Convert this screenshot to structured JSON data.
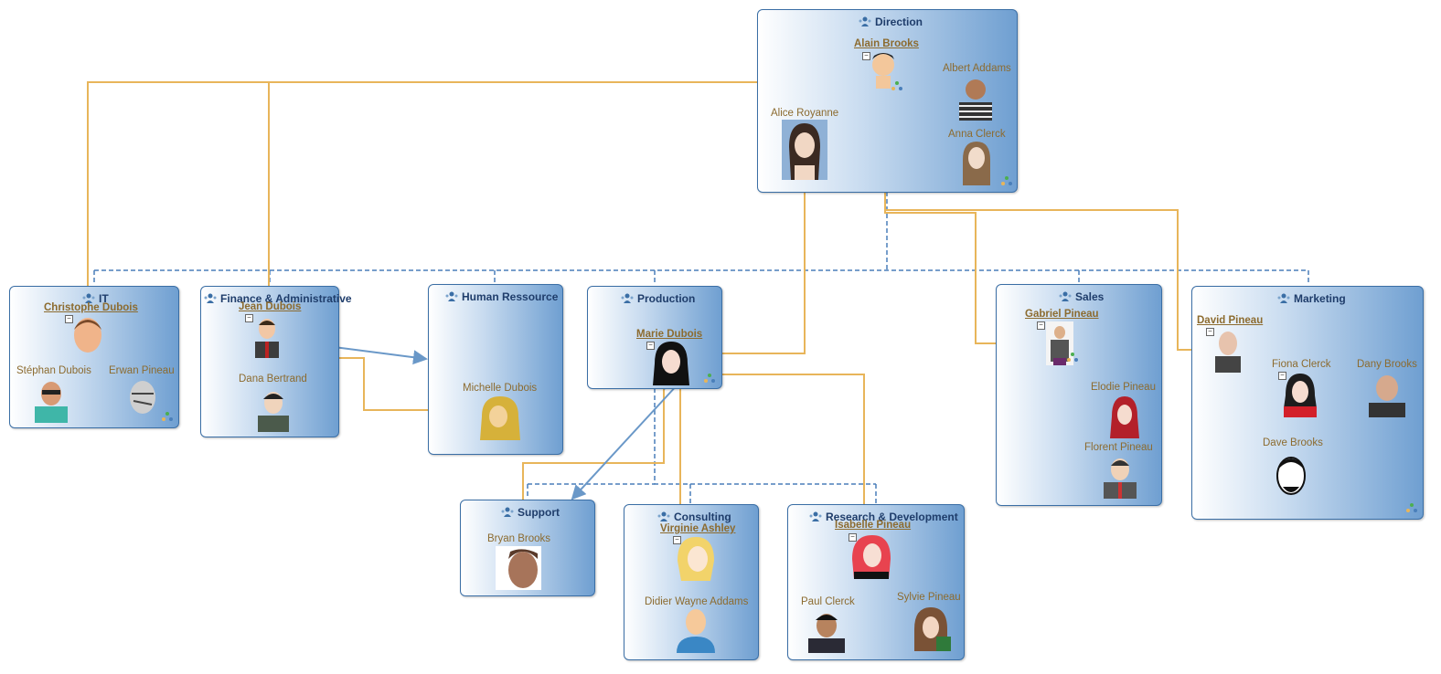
{
  "departments": {
    "direction": {
      "title": "Direction"
    },
    "it": {
      "title": "IT"
    },
    "finance": {
      "title": "Finance & Administrative"
    },
    "hr": {
      "title": "Human Ressource"
    },
    "production": {
      "title": "Production"
    },
    "sales": {
      "title": "Sales"
    },
    "marketing": {
      "title": "Marketing"
    },
    "support": {
      "title": "Support"
    },
    "consulting": {
      "title": "Consulting"
    },
    "rnd": {
      "title": "Research & Development"
    }
  },
  "people": {
    "alain_brooks": "Alain Brooks",
    "albert_addams": "Albert Addams",
    "alice_royanne": "Alice Royanne",
    "anna_clerck": "Anna Clerck",
    "christophe_dubois": "Christophe Dubois",
    "stephan_dubois": "Stéphan Dubois",
    "erwan_pineau": "Erwan Pineau",
    "jean_dubois": "Jean Dubois",
    "dana_bertrand": "Dana Bertrand",
    "michelle_dubois": "Michelle Dubois",
    "marie_dubois": "Marie Dubois",
    "gabriel_pineau": "Gabriel Pineau",
    "elodie_pineau": "Elodie Pineau",
    "florent_pineau": "Florent Pineau",
    "david_pineau": "David Pineau",
    "fiona_clerck": "Fiona Clerck",
    "dany_brooks": "Dany Brooks",
    "dave_brooks": "Dave Brooks",
    "bryan_brooks": "Bryan Brooks",
    "virginie_ashley": "Virginie Ashley",
    "didier_wayne_addams": "Didier Wayne Addams",
    "isabelle_pineau": "Isabelle Pineau",
    "paul_clerck": "Paul Clerck",
    "sylvie_pineau": "Sylvie Pineau"
  },
  "colors": {
    "reports_line": "#e8b55a",
    "dept_line": "#4a7fba",
    "title_text": "#1f3d6b",
    "person_text": "#8c6b2f",
    "border": "#3a6ea5"
  },
  "icons": {
    "group": "group-icon",
    "hierarchy": "hierarchy-icon",
    "collapse": "collapse-toggle-icon"
  }
}
